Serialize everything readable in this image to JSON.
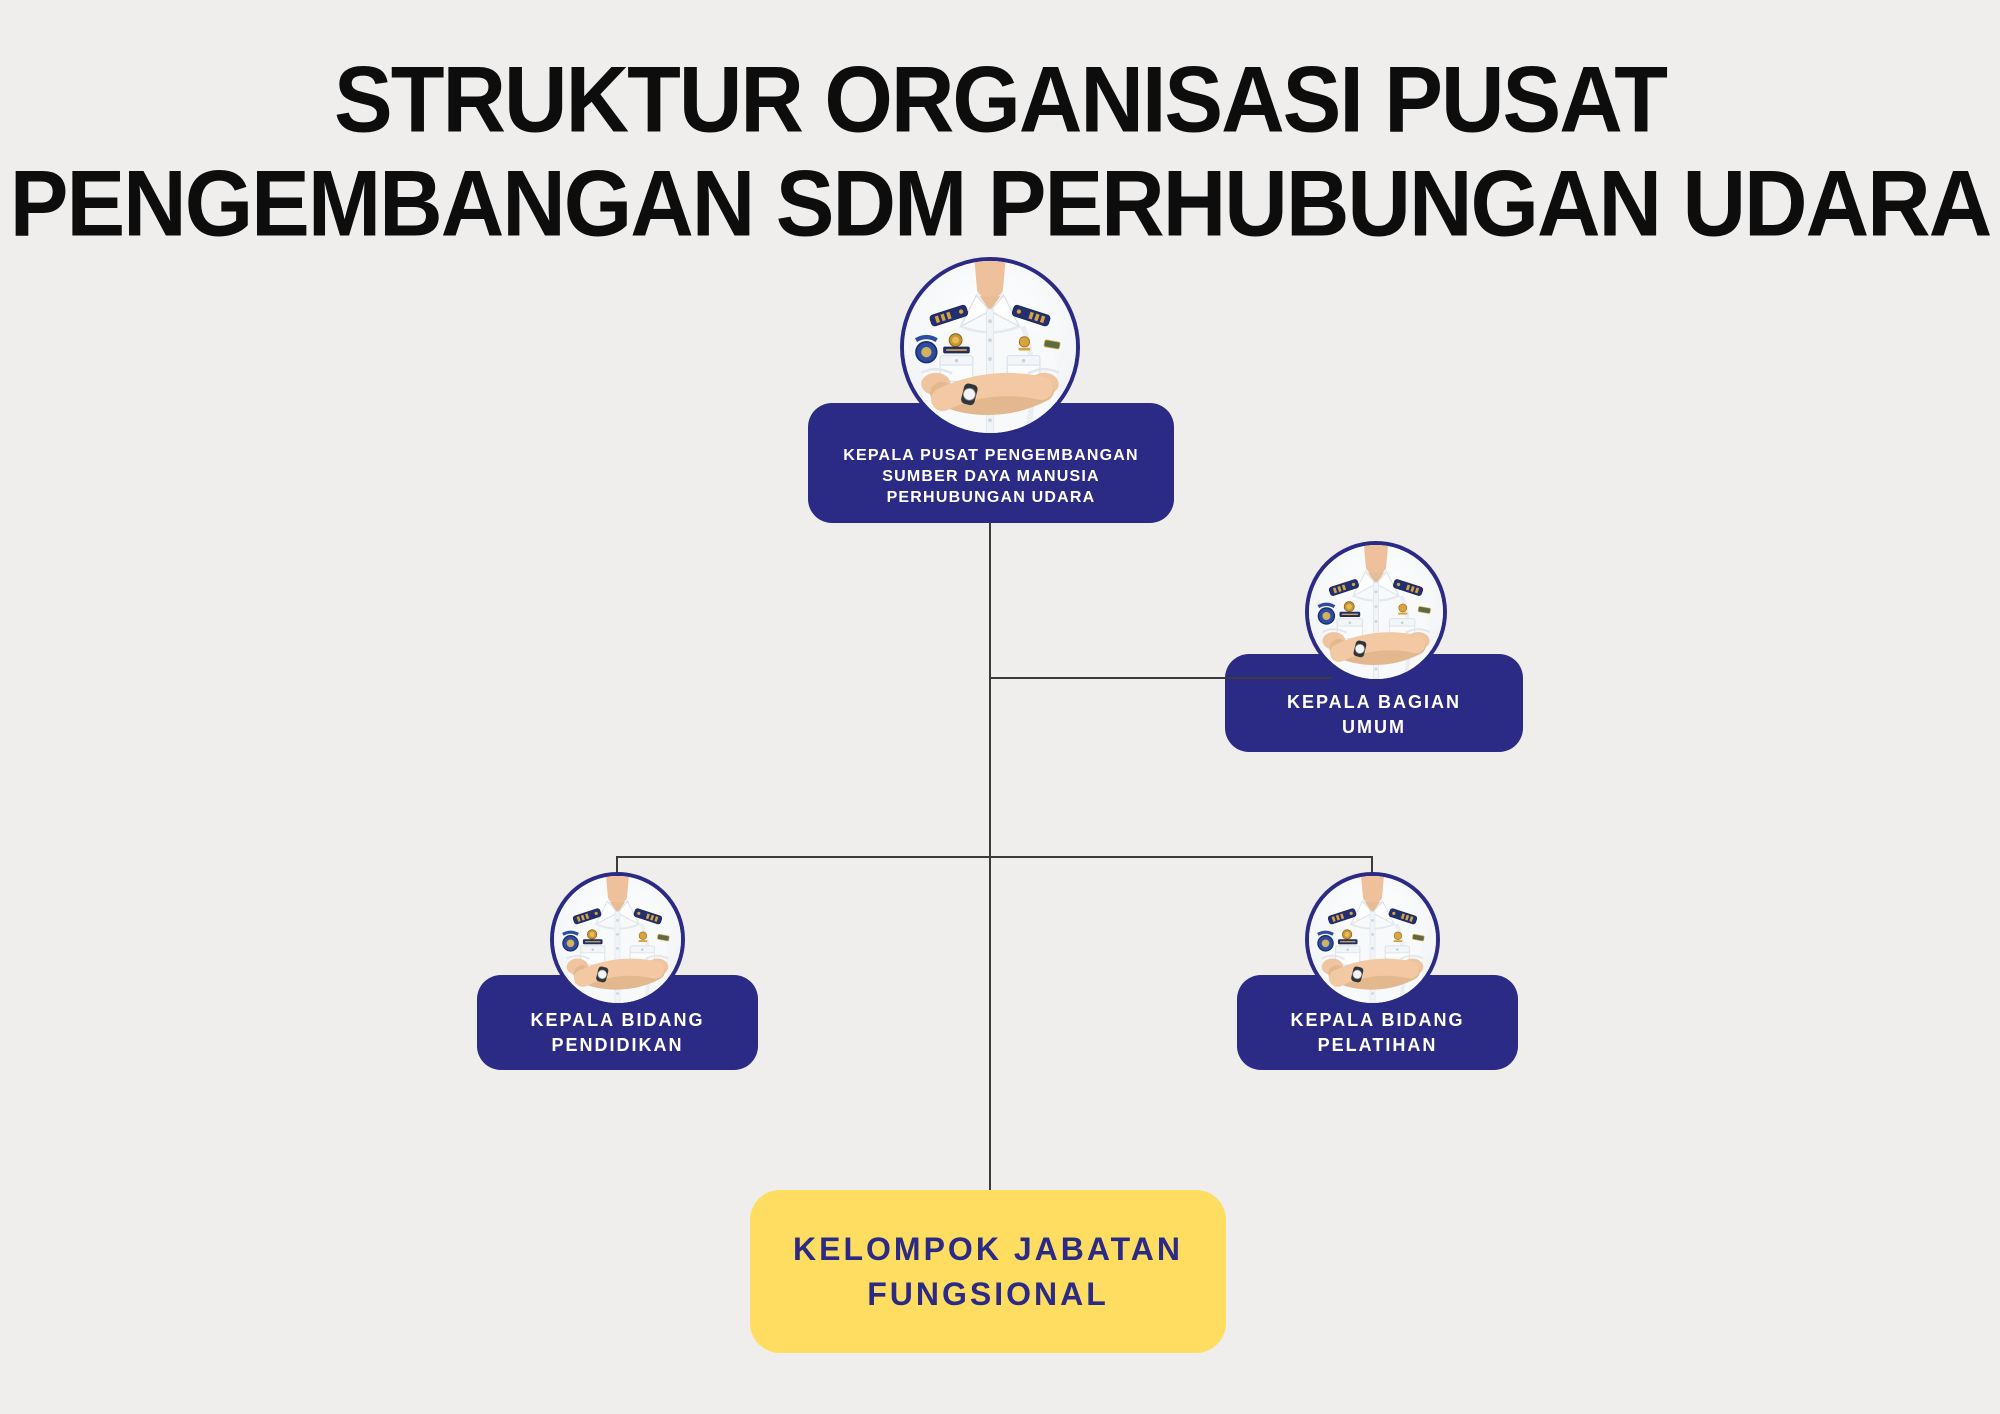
{
  "page": {
    "background_color": "#efeeec"
  },
  "title": {
    "line1": "STRUKTUR ORGANISASI PUSAT",
    "line2": "PENGEMBANGAN SDM PERHUBUNGAN UDARA",
    "color": "#0d0d0d"
  },
  "colors": {
    "node_primary": "#2b2a85",
    "node_highlight": "#ffdd60",
    "node_text_light": "#ffffff",
    "node_text_dark": "#2b2a85",
    "connector": "#3b3b3b",
    "avatar_border": "#2b2a85"
  },
  "nodes": {
    "kepala_pusat": {
      "line1": "KEPALA PUSAT PENGEMBANGAN",
      "line2": "SUMBER DAYA MANUSIA",
      "line3": "PERHUBUNGAN UDARA"
    },
    "kepala_bagian_umum": {
      "line1": "KEPALA BAGIAN",
      "line2": "UMUM",
      "reports_to": "kepala_pusat"
    },
    "kepala_bidang_pendidikan": {
      "line1": "KEPALA BIDANG",
      "line2": "PENDIDIKAN",
      "reports_to": "kepala_pusat"
    },
    "kepala_bidang_pelatihan": {
      "line1": "KEPALA BIDANG",
      "line2": "PELATIHAN",
      "reports_to": "kepala_pusat"
    },
    "kelompok_jabatan_fungsional": {
      "line1": "KELOMPOK JABATAN",
      "line2": "FUNGSIONAL",
      "reports_to": "kepala_pusat"
    }
  },
  "avatar": {
    "icon": "officer-in-white-uniform-arms-crossed"
  }
}
